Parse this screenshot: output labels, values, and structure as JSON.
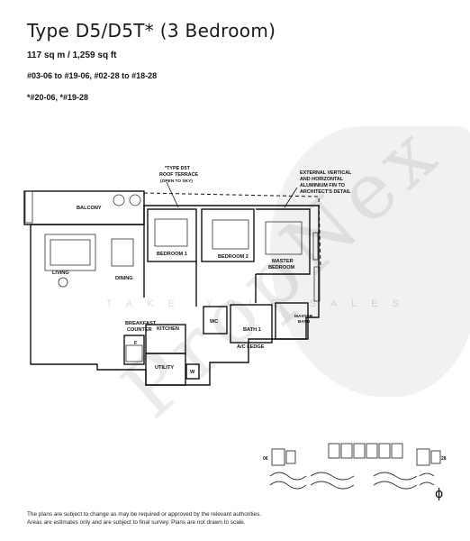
{
  "header": {
    "title": "Type D5/D5T* (3 Bedroom)",
    "area": "117 sq m / 1,259 sq ft",
    "units": "#03-06 to #19-06, #02-28 to #18-28",
    "note": "*#20-06, *#19-28"
  },
  "watermark": {
    "brand": "PropNex",
    "tagline": "TAKE YOUR SALES"
  },
  "plan": {
    "callouts": {
      "roof_terrace_l1": "*TYPE D5T",
      "roof_terrace_l2": "ROOF TERRACE",
      "roof_terrace_l3": "(OPEN TO SKY)",
      "external_fin_l1": "EXTERNAL VERTICAL",
      "external_fin_l2": "AND HORIZONTAL",
      "external_fin_l3": "ALUMINIUM FIN TO",
      "external_fin_l4": "ARCHITECT'S DETAIL"
    },
    "rooms": {
      "balcony": "BALCONY",
      "living": "LIVING",
      "dining": "DINING",
      "bedroom1": "BEDROOM 1",
      "bedroom2": "BEDROOM 2",
      "master_l1": "MASTER",
      "master_l2": "BEDROOM",
      "bath1": "BATH 1",
      "master_bath_l1": "MASTER",
      "master_bath_l2": "BATH",
      "breakfast_l1": "BREAKFAST",
      "breakfast_l2": "COUNTER",
      "kitchen": "KITCHEN",
      "wc": "WC",
      "ac_ledge": "A/C LEDGE",
      "utility": "UTILITY",
      "f": "F",
      "w": "W"
    }
  },
  "keyplan": {
    "unit_left": "06",
    "unit_right": "28",
    "north_symbol": "ɸ"
  },
  "footer": {
    "line1": "The plans are subject to change as may be required or approved by the relevant authorities.",
    "line2": "Areas are estimates only and are subject to final survey. Plans are not drawn to scale."
  }
}
